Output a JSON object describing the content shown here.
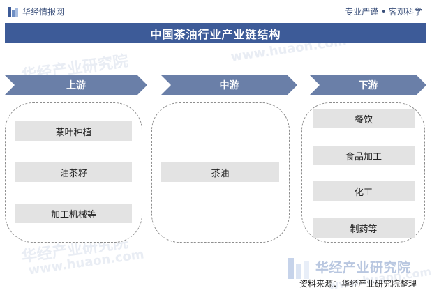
{
  "header": {
    "brand": "华经情报网",
    "slogan": "专业严谨 • 客观科学"
  },
  "title": "中国茶油行业产业链结构",
  "stages": [
    {
      "label": "上游",
      "items": [
        "茶叶种植",
        "油茶籽",
        "加工机械等"
      ]
    },
    {
      "label": "中游",
      "items": [
        "茶油"
      ]
    },
    {
      "label": "下游",
      "items": [
        "餐饮",
        "食品加工",
        "化工",
        "制药等"
      ]
    }
  ],
  "watermark": {
    "cn": "华经产业研究院",
    "url": "www.huaon.com"
  },
  "footer": {
    "brand": "华经产业研究院",
    "source": "资料来源：华经产业研究院整理"
  },
  "colors": {
    "title_bg": "#3d5b98",
    "stage_bg": "#6a7fa8",
    "item_bg": "#e3e3e3",
    "panel_border": "#8e8e8e"
  }
}
